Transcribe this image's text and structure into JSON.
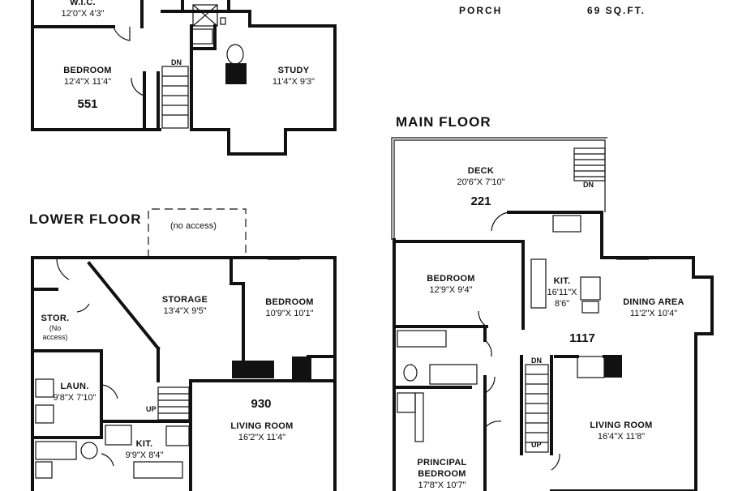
{
  "header": {
    "porch_label": "PORCH",
    "porch_area": "69 SQ.FT."
  },
  "upper": {
    "wic": {
      "name": "W.I.C.",
      "dims": "12'0\"X 4'3\""
    },
    "bedroom": {
      "name": "BEDROOM",
      "dims": "12'4\"X 11'4\""
    },
    "study": {
      "name": "STUDY",
      "dims": "11'4\"X 9'3\""
    },
    "area": "551",
    "dn_label": "DN"
  },
  "main": {
    "title": "MAIN FLOOR",
    "deck": {
      "name": "DECK",
      "dims": "20'6\"X 7'10\""
    },
    "deck_area": "221",
    "bedroom": {
      "name": "BEDROOM",
      "dims": "12'9\"X 9'4\""
    },
    "kit": {
      "name": "KIT.",
      "dims1": "16'11\"X",
      "dims2": "8'6\""
    },
    "dining": {
      "name": "DINING AREA",
      "dims": "11'2\"X 10'4\""
    },
    "area": "1117",
    "living": {
      "name": "LIVING ROOM",
      "dims": "16'4\"X 11'8\""
    },
    "principal": {
      "name1": "PRINCIPAL",
      "name2": "BEDROOM",
      "dims": "17'8\"X 10'7\""
    },
    "dn_label": "DN",
    "up_label": "UP",
    "deck_dn_label": "DN"
  },
  "lower": {
    "title": "LOWER FLOOR",
    "no_access": "(no access)",
    "storage": {
      "name": "STORAGE",
      "dims": "13'4\"X 9'5\""
    },
    "bedroom": {
      "name": "BEDROOM",
      "dims": "10'9\"X 10'1\""
    },
    "stor": {
      "name": "STOR.",
      "note1": "(No",
      "note2": "access)"
    },
    "laun": {
      "name": "LAUN.",
      "dims": "9'8\"X 7'10\""
    },
    "area": "930",
    "living": {
      "name": "LIVING ROOM",
      "dims": "16'2\"X 11'4\""
    },
    "kit": {
      "name": "KIT.",
      "dims": "9'9\"X 8'4\""
    },
    "up_label": "UP"
  }
}
